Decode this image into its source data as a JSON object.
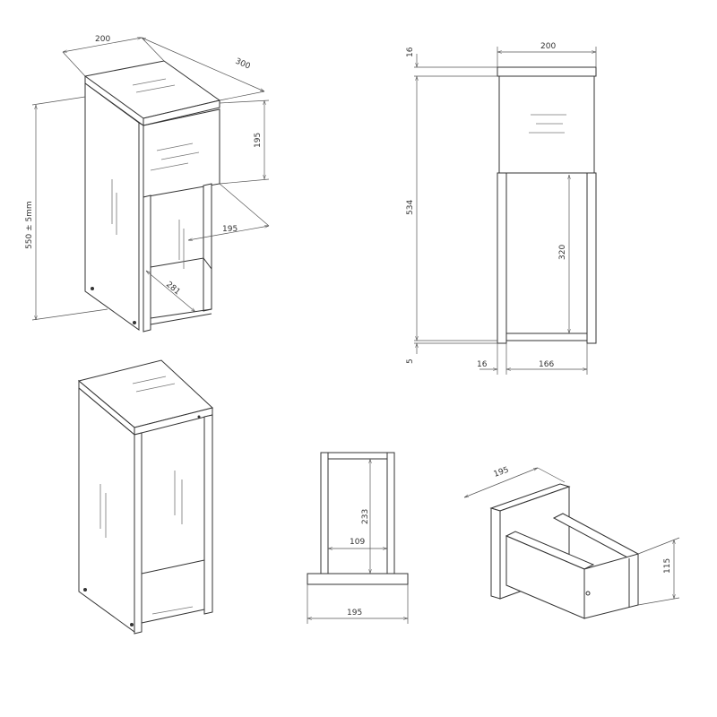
{
  "views": {
    "iso_top": {
      "width": "200",
      "depth": "300",
      "drawer_height": "195",
      "drawer_depth": "195",
      "total_height": "550 ± 5mm",
      "shelf_depth": "281"
    },
    "front": {
      "top_thickness": "16",
      "width": "200",
      "height": "534",
      "opening_height": "320",
      "foot": "5",
      "side_thickness": "16",
      "inner_width": "166"
    },
    "frame": {
      "inner_height": "233",
      "inner_width": "109",
      "base_width": "195"
    },
    "drawer": {
      "depth": "195",
      "height": "115"
    }
  },
  "colors": {
    "line": "#333333",
    "background": "#ffffff"
  }
}
